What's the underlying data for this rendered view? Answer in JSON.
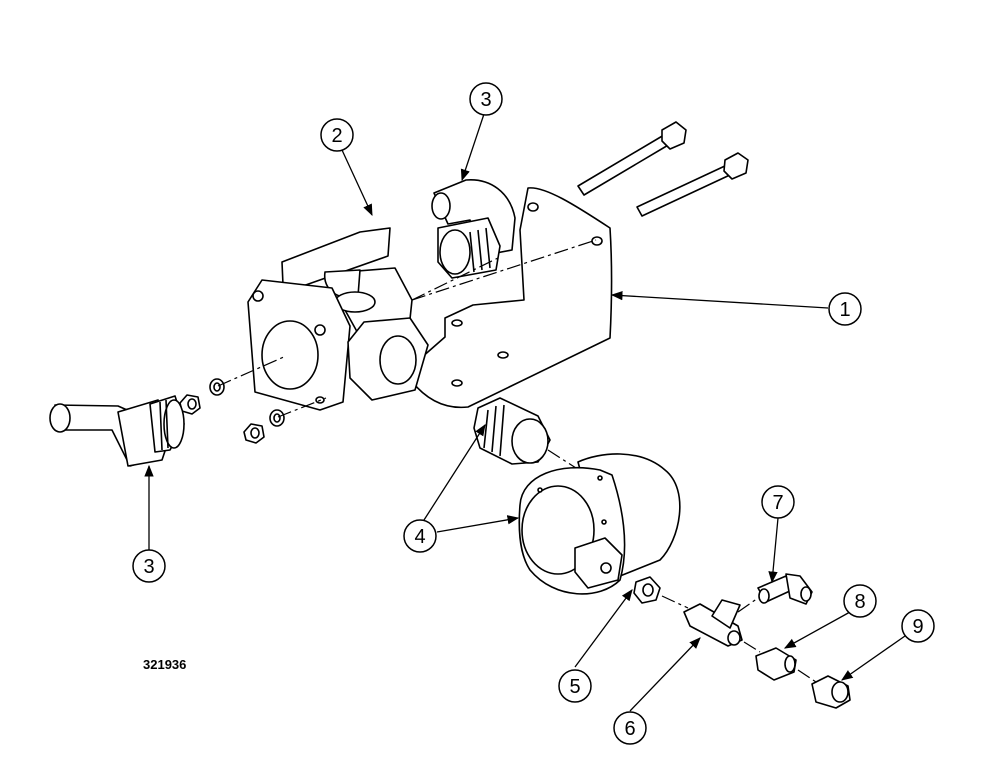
{
  "drawing_number": "321936",
  "callouts": {
    "c1": "1",
    "c2": "2",
    "c3_top": "3",
    "c3_bottom": "3",
    "c4": "4",
    "c5": "5",
    "c6": "6",
    "c7": "7",
    "c8": "8",
    "c9": "9"
  }
}
